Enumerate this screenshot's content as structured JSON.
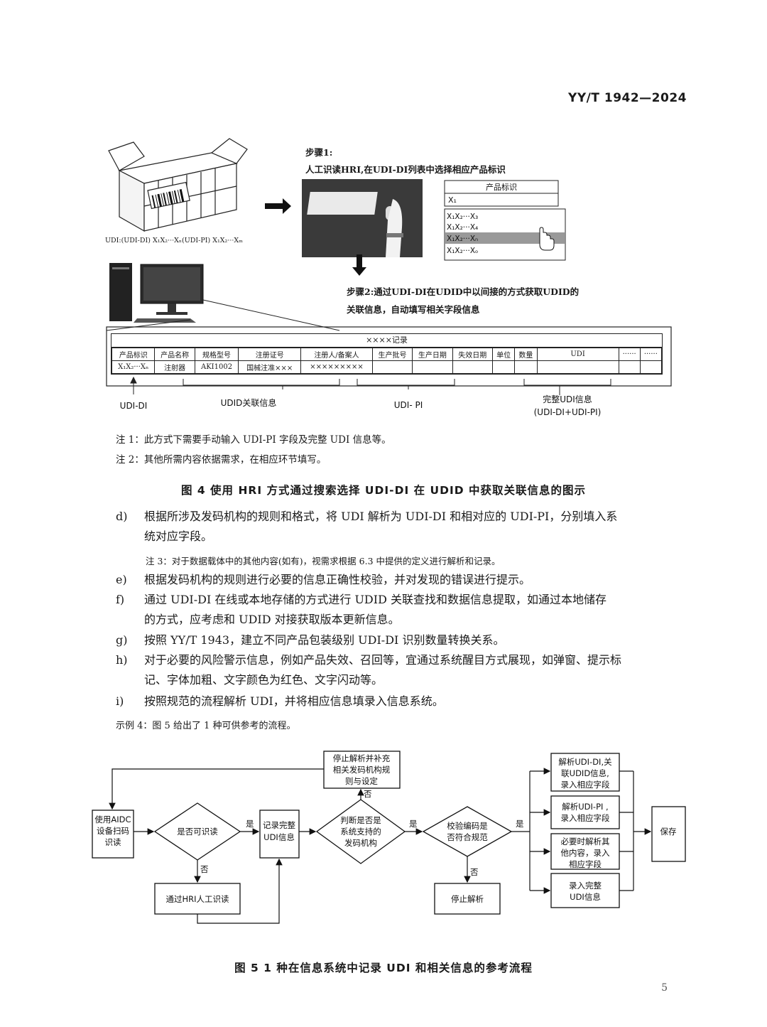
{
  "header": {
    "standard_no": "YY/T 1942—2024"
  },
  "fig4": {
    "step1_title": "步骤1:",
    "step1_desc": "人工识读HRI,在UDI-DI列表中选择相应产品标识",
    "udi_label": "UDI:(UDI-DI) X₁X₂···Xₙ(UDI-PI) X₁X₂···Xₘ",
    "list_header": "产品标识",
    "list_items": [
      "X₁",
      "X₁X₂···X₃",
      "X₁X₂···X₄",
      "X₁X₂···Xₙ",
      "X₁X₂···Xₒ"
    ],
    "step2_line1": "步骤2:通过UDI-DI在UDID中以间接的方式获取UDID的",
    "step2_line2": "关联信息，自动填写相关字段信息",
    "record_title": "××××记录",
    "columns": [
      "产品标识",
      "产品名称",
      "规格型号",
      "注册证号",
      "注册人/备案人",
      "生产批号",
      "生产日期",
      "失效日期",
      "单位",
      "数量",
      "UDI",
      "······",
      "······"
    ],
    "row": [
      "X₁X₂···Xₙ",
      "注射器",
      "AKI1002",
      "国械注准×××",
      "×××××××××",
      "",
      "",
      "",
      "",
      "",
      "",
      "",
      ""
    ],
    "brace_udi_di": "UDI-DI",
    "brace_udid": "UDID关联信息",
    "brace_udi_pi": "UDI- PI",
    "brace_full_line1": "完整UDI信息",
    "brace_full_line2": "(UDI-DI+UDI-PI)",
    "note1": "注 1：此方式下需要手动输入 UDI-PI 字段及完整 UDI 信息等。",
    "note2": "注 2：其他所需内容依据需求，在相应环节填写。",
    "caption": "图 4  使用 HRI 方式通过搜索选择 UDI-DI 在 UDID 中获取关联信息的图示"
  },
  "items": [
    {
      "label": "d)",
      "text": "根据所涉及发码机构的规则和格式，将 UDI 解析为 UDI-DI 和相对应的 UDI-PI，分别填入系",
      "cont": "统对应字段。"
    },
    {
      "label": "e)",
      "text": "根据发码机构的规则进行必要的信息正确性校验，并对发现的错误进行提示。",
      "cont": ""
    },
    {
      "label": "f)",
      "text": "通过 UDI-DI 在线或本地存储的方式进行 UDID 关联查找和数据信息提取，如通过本地储存",
      "cont": "的方式，应考虑和 UDID 对接获取版本更新信息。"
    },
    {
      "label": "g)",
      "text": "按照 YY/T 1943，建立不同产品包装级别 UDI-DI 识别数量转换关系。",
      "cont": ""
    },
    {
      "label": "h)",
      "text": "对于必要的风险警示信息，例如产品失效、召回等，宜通过系统醒目方式展现，如弹窗、提示标",
      "cont": "记、字体加粗、文字颜色为红色、文字闪动等。"
    },
    {
      "label": "i)",
      "text": "按照规范的流程解析 UDI，并将相应信息填录入信息系统。",
      "cont": ""
    }
  ],
  "note3": "注 3：对于数据载体中的其他内容(如有)，视需求根据 6.3 中提供的定义进行解析和记录。",
  "example4": "示例 4：图 5 给出了 1 种可供参考的流程。",
  "fig5": {
    "box_aidc": [
      "使用AIDC",
      "设备扫码",
      "识读"
    ],
    "dec_recognizable": "是否可识读",
    "box_hri": "通过HRI人工识读",
    "box_record": [
      "记录完整",
      "UDI信息"
    ],
    "dec_supported": [
      "判断是否是",
      "系统支持的",
      "发码机构"
    ],
    "box_stop_supplement": [
      "停止解析并补充",
      "相关发码机构规",
      "则与设定"
    ],
    "dec_check": [
      "校验编码是",
      "否符合规范"
    ],
    "box_stop": "停止解析",
    "box_parse_di": [
      "解析UDI-DI,关",
      "联UDID信息,",
      "录入相应字段"
    ],
    "box_parse_pi": [
      "解析UDI-PI ,",
      "录入相应字段"
    ],
    "box_other": [
      "必要时解析其",
      "他内容，录入",
      "相应字段"
    ],
    "box_enter": [
      "录入完整",
      "UDI信息"
    ],
    "box_save": "保存",
    "yes": "是",
    "no": "否",
    "caption": "图 5  1 种在信息系统中记录 UDI 和相关信息的参考流程"
  },
  "page_number": "5"
}
